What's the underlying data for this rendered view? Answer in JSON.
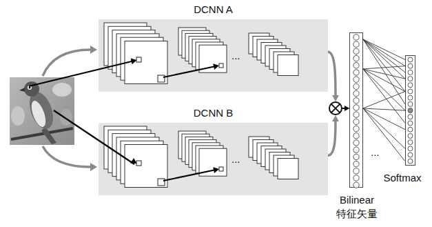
{
  "diagram": {
    "nodes": [
      {
        "text": [
          "DCNN A"
        ]
      },
      {
        "text": [
          "DCNN B"
        ]
      },
      {
        "text": [
          "Bilinear",
          "特征矢量"
        ]
      },
      {
        "text": [
          "Softmax"
        ]
      }
    ],
    "edges": [
      {
        "from": 0,
        "to": 2,
        "arrow": "to"
      },
      {
        "from": 1,
        "to": 2,
        "arrow": "to"
      },
      {
        "from": 2,
        "to": 3,
        "arrow": "none"
      }
    ],
    "labels": [
      "...",
      "...",
      "..."
    ]
  }
}
